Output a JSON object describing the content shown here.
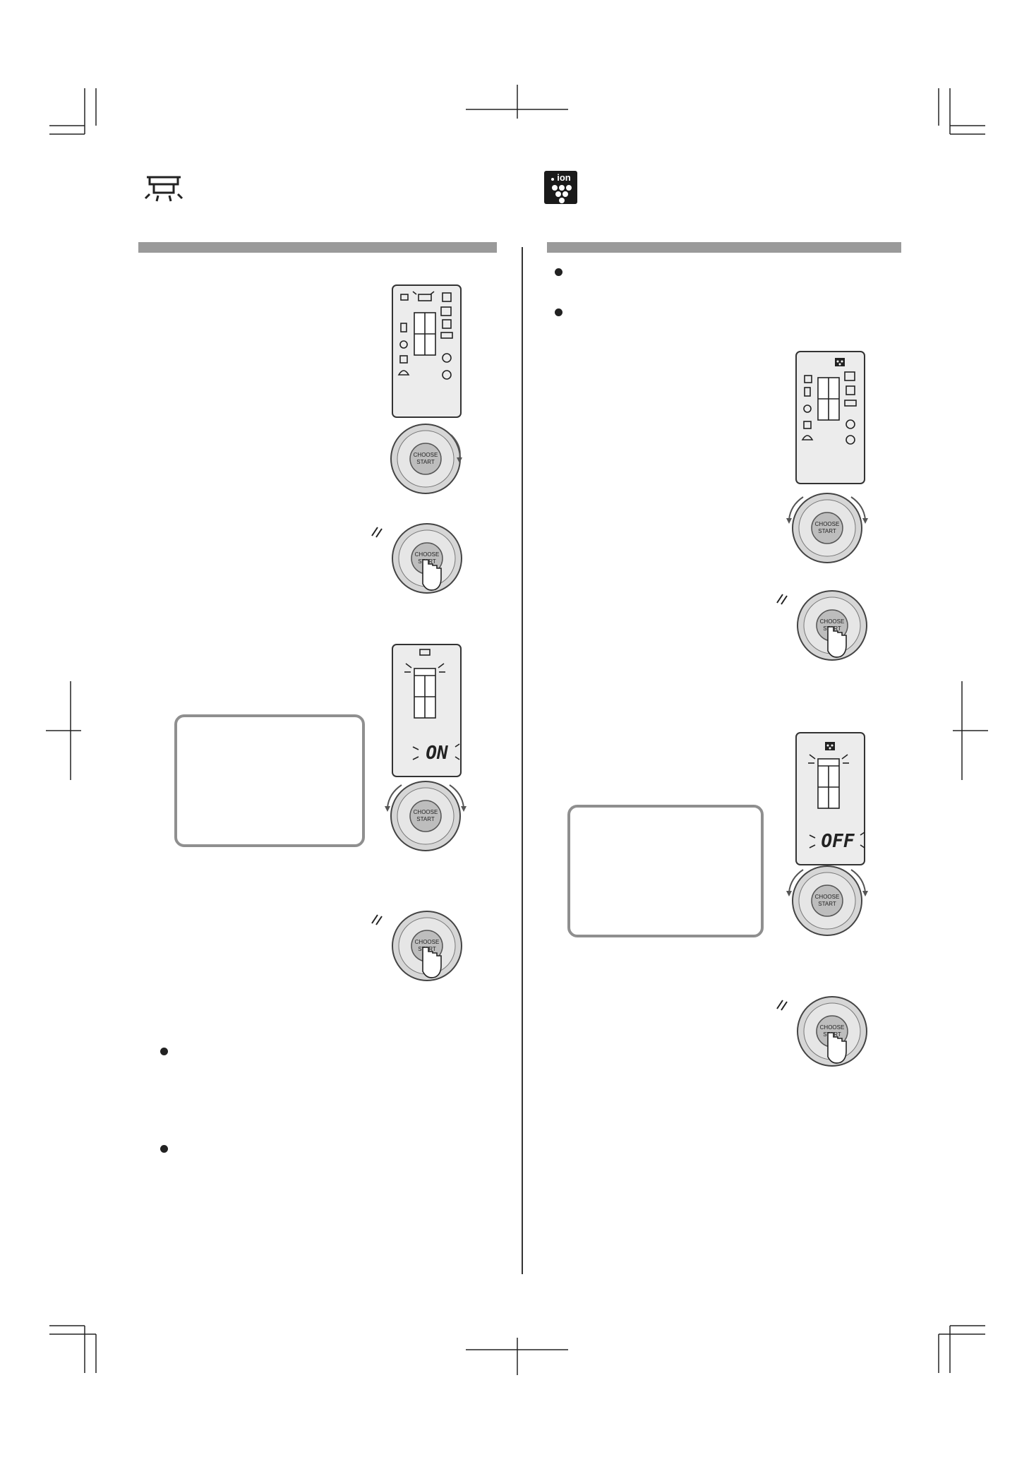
{
  "page": {
    "left_section_icon": "interior-light-icon",
    "right_section_icon": "ion-icon",
    "ion_badge_label": "ion",
    "colors": {
      "section_bar": "#9a9a9a",
      "dial_outer": "#d8d8d8",
      "dial_center": "#bdbdbd",
      "lcd_background": "#ececec"
    }
  },
  "dial": {
    "choose_label": "CHOOSE",
    "start_label": "START"
  },
  "left_column": {
    "display_value": "ON"
  },
  "right_column": {
    "display_value": "OFF"
  }
}
